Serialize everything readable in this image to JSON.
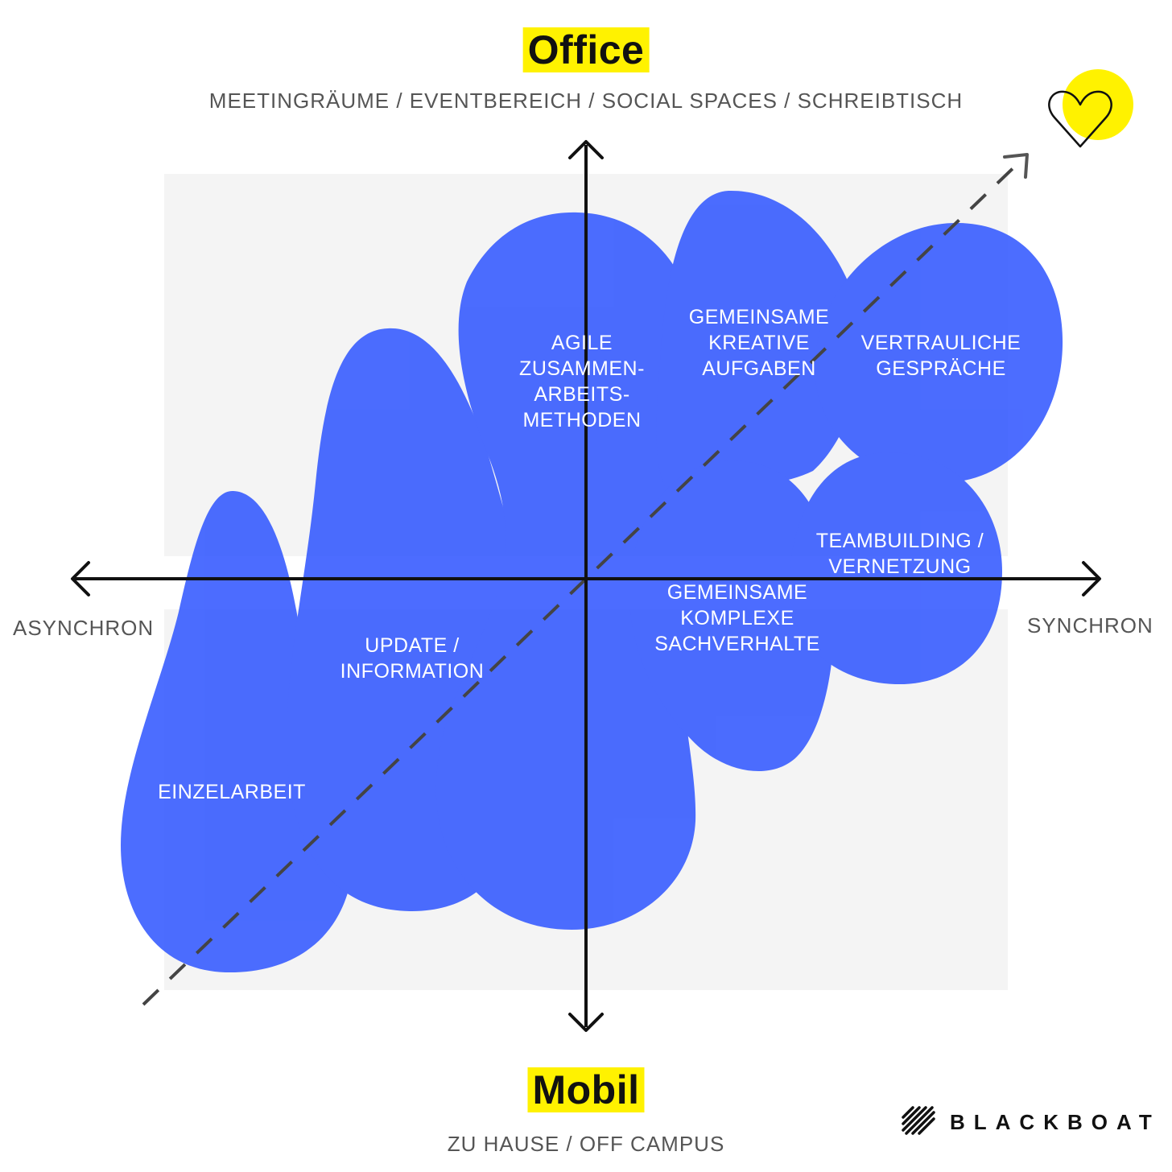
{
  "header": {
    "title": "Office",
    "subtitle": "MEETINGRÄUME / EVENTBEREICH / SOCIAL SPACES / SCHREIBTISCH"
  },
  "footer": {
    "title": "Mobil",
    "subtitle": "ZU HAUSE / OFF CAMPUS"
  },
  "axes": {
    "left_label": "ASYNCHRON",
    "right_label": "SYNCHRON"
  },
  "blobs": [
    {
      "label": "EINZELARBEIT"
    },
    {
      "label": "UPDATE /\nINFORMATION"
    },
    {
      "label": "AGILE\nZUSAMMEN-\nARBEITS-\nMETHODEN"
    },
    {
      "label": "GEMEINSAME\nKREATIVE\nAUFGABEN"
    },
    {
      "label": "VERTRAULICHE\nGESPRÄCHE"
    },
    {
      "label": "GEMEINSAME\nKOMPLEXE\nSACHVERHALTE"
    },
    {
      "label": "TEAMBUILDING /\nVERNETZUNG"
    }
  ],
  "brand": {
    "name": "BLACKBOAT"
  },
  "colors": {
    "blob": "#2f55ff",
    "highlight": "#fff200",
    "axis": "#111111",
    "background_square": "#f4f4f4"
  },
  "icons": [
    "heart-icon",
    "blackboat-logo-icon"
  ]
}
